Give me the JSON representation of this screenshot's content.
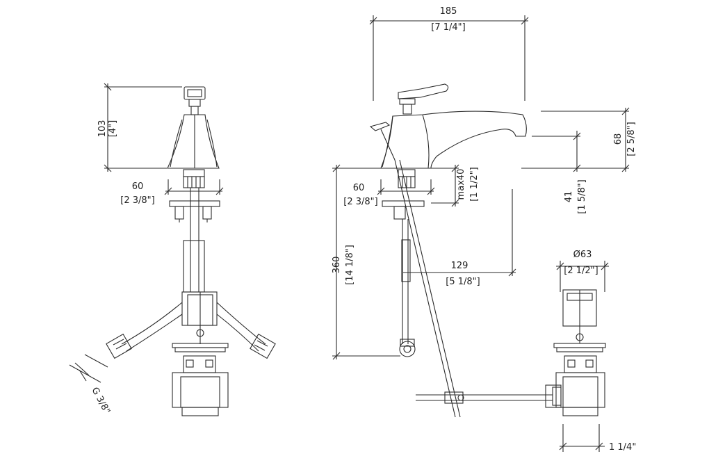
{
  "colors": {
    "line": "#2a2a2a",
    "background": "#ffffff"
  },
  "front_view": {
    "height": {
      "mm": "103",
      "inch": "[4\"]"
    },
    "width": {
      "mm": "60",
      "inch": "[2 3/8\"]"
    },
    "thread": "G 3/8\""
  },
  "side_view": {
    "length": {
      "mm": "185",
      "inch": "[7 1/4\"]"
    },
    "spout_height": {
      "mm": "68",
      "inch": "[2 5/8\"]"
    },
    "spout_clearance": {
      "mm": "41",
      "inch": "[1 5/8\"]"
    },
    "deck_thickness": {
      "mm": "max40",
      "inch": "[1 1/2\"]"
    },
    "base_width": {
      "mm": "60",
      "inch": "[2 3/8\"]"
    },
    "total_depth": {
      "mm": "360",
      "inch": "[14 1/8\"]"
    },
    "reach": {
      "mm": "129",
      "inch": "[5 1/8\"]"
    }
  },
  "drain_view": {
    "diameter": {
      "mm": "Ø63",
      "inch": "[2 1/2\"]"
    },
    "outlet": "1 1/4\""
  }
}
